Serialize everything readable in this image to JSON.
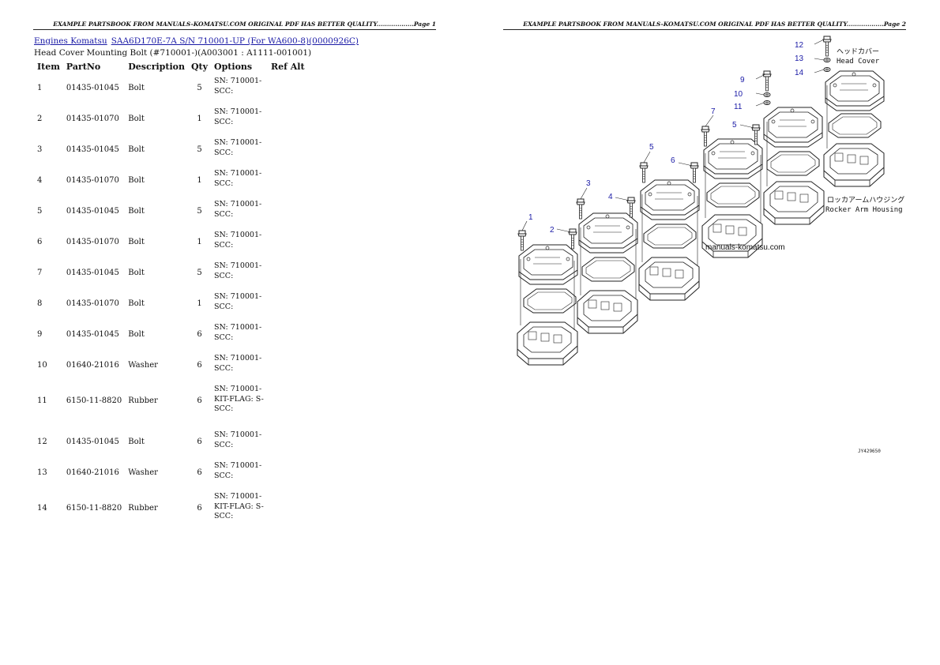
{
  "left_page": {
    "header": "EXAMPLE PARTSBOOK FROM MANUALS-KOMATSU.COM ORIGINAL PDF HAS BETTER QUALITY..................Page 1",
    "breadcrumb": {
      "link1": "Engines Komatsu",
      "link2": "SAA6D170E-7A S/N 710001-UP (For WA600-8)(0000926C)"
    },
    "subtitle": "Head Cover Mounting Bolt (#710001-)(A003001 : A1111-001001)",
    "table": {
      "headers": [
        "Item",
        "PartNo",
        "Description",
        "Qty",
        "Options",
        "Ref Alt"
      ],
      "rows": [
        {
          "item": "1",
          "partno": "01435-01045",
          "desc": "Bolt",
          "qty": "5",
          "opt1": "SN: 710001-",
          "opt2": "SCC:",
          "opt3": ""
        },
        {
          "item": "2",
          "partno": "01435-01070",
          "desc": "Bolt",
          "qty": "1",
          "opt1": "SN: 710001-",
          "opt2": "SCC:",
          "opt3": ""
        },
        {
          "item": "3",
          "partno": "01435-01045",
          "desc": "Bolt",
          "qty": "5",
          "opt1": "SN: 710001-",
          "opt2": "SCC:",
          "opt3": ""
        },
        {
          "item": "4",
          "partno": "01435-01070",
          "desc": "Bolt",
          "qty": "1",
          "opt1": "SN: 710001-",
          "opt2": "SCC:",
          "opt3": ""
        },
        {
          "item": "5",
          "partno": "01435-01045",
          "desc": "Bolt",
          "qty": "5",
          "opt1": "SN: 710001-",
          "opt2": "SCC:",
          "opt3": ""
        },
        {
          "item": "6",
          "partno": "01435-01070",
          "desc": "Bolt",
          "qty": "1",
          "opt1": "SN: 710001-",
          "opt2": "SCC:",
          "opt3": ""
        },
        {
          "item": "7",
          "partno": "01435-01045",
          "desc": "Bolt",
          "qty": "5",
          "opt1": "SN: 710001-",
          "opt2": "SCC:",
          "opt3": ""
        },
        {
          "item": "8",
          "partno": "01435-01070",
          "desc": "Bolt",
          "qty": "1",
          "opt1": "SN: 710001-",
          "opt2": "SCC:",
          "opt3": ""
        },
        {
          "item": "9",
          "partno": "01435-01045",
          "desc": "Bolt",
          "qty": "6",
          "opt1": "SN: 710001-",
          "opt2": "SCC:",
          "opt3": ""
        },
        {
          "item": "10",
          "partno": "01640-21016",
          "desc": "Washer",
          "qty": "6",
          "opt1": "SN: 710001-",
          "opt2": "SCC:",
          "opt3": ""
        },
        {
          "item": "11",
          "partno": "6150-11-8820",
          "desc": "Rubber",
          "qty": "6",
          "opt1": "SN: 710001-",
          "opt2": "KIT-FLAG: S-",
          "opt3": "SCC:"
        },
        {
          "item": "12",
          "partno": "01435-01045",
          "desc": "Bolt",
          "qty": "6",
          "opt1": "SN: 710001-",
          "opt2": "SCC:",
          "opt3": ""
        },
        {
          "item": "13",
          "partno": "01640-21016",
          "desc": "Washer",
          "qty": "6",
          "opt1": "SN: 710001-",
          "opt2": "SCC:",
          "opt3": ""
        },
        {
          "item": "14",
          "partno": "6150-11-8820",
          "desc": "Rubber",
          "qty": "6",
          "opt1": "SN: 710001-",
          "opt2": "KIT-FLAG: S-",
          "opt3": "SCC:"
        }
      ]
    }
  },
  "right_page": {
    "header": "EXAMPLE PARTSBOOK FROM MANUALS-KOMATSU.COM ORIGINAL PDF HAS BETTER QUALITY..................Page 2",
    "diagram": {
      "callouts": [
        "1",
        "2",
        "3",
        "4",
        "5",
        "6",
        "7",
        "5",
        "9",
        "10",
        "11",
        "12",
        "13",
        "14"
      ],
      "label_head_cover_jp": "ヘッドカバー",
      "label_head_cover_en": "Head Cover",
      "label_rocker_jp": "ロッカアームハウジング",
      "label_rocker_en": "Rocker Arm Housing",
      "watermark": "manuals-komatsu.com",
      "figure_code": "JY429650"
    }
  }
}
